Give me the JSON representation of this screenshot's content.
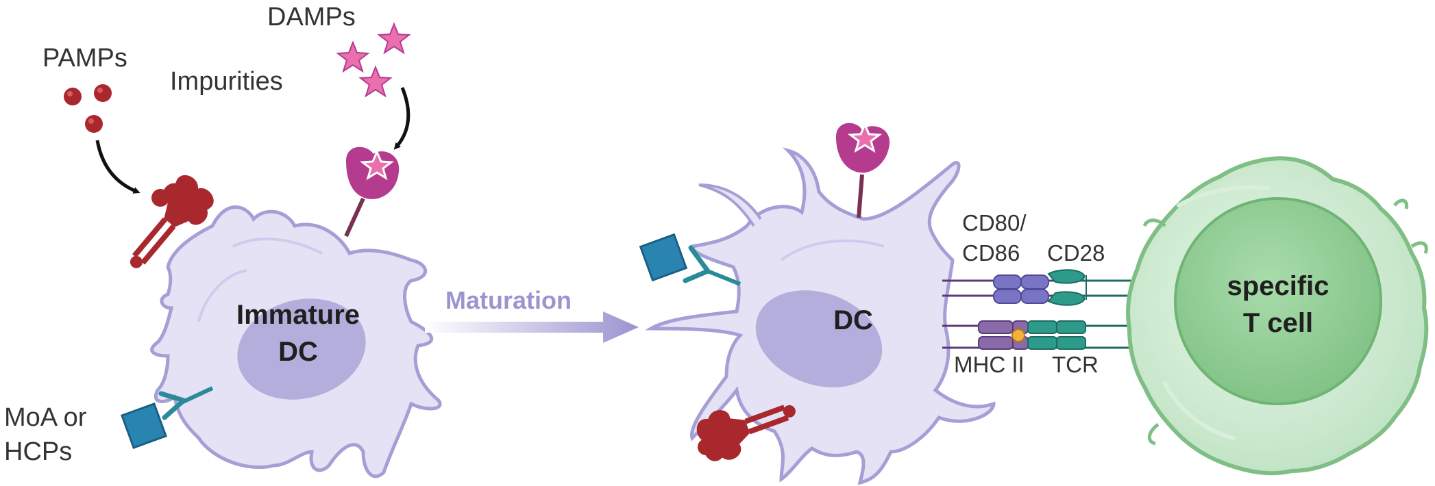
{
  "labels": {
    "damps": "DAMPs",
    "pamps": "PAMPs",
    "impurities": "Impurities",
    "moa_line1": "MoA or",
    "moa_line2": "HCPs",
    "immature_line1": "Immature",
    "immature_line2": "DC",
    "maturation": "Maturation",
    "dc": "DC",
    "cd80_line1": "CD80/",
    "cd80_line2": "CD86",
    "cd28": "CD28",
    "mhc": "MHC II",
    "tcr": "TCR",
    "tcell_line1": "specific",
    "tcell_line2": "T cell"
  },
  "colors": {
    "dc_fill": "#e4e2f4",
    "dc_outline": "#a59fd6",
    "nucleus": "#aaa4d6",
    "maturation_arrow": "#9a94cf",
    "pamp_red": "#a8282e",
    "damp_pink": "#ea6fae",
    "damp_receptor": "#b43b8e",
    "antibody_teal": "#2a8a9a",
    "antigen_blue": "#2a84b2",
    "cd80_purple": "#7a74c4",
    "cd28_teal": "#2e9a8a",
    "mhc_purple": "#8a6aa8",
    "peptide_orange": "#f2b23c",
    "tcell_outer": "#c5e6c8",
    "tcell_outline": "#7fbe84",
    "tcell_nucleus": "#8fcc92"
  },
  "icons": [
    "pamp-particle-icon",
    "damp-star-icon",
    "pattern-receptor-icon",
    "antibody-icon",
    "antigen-square-icon",
    "curved-arrow-icon",
    "maturation-arrow-icon"
  ]
}
